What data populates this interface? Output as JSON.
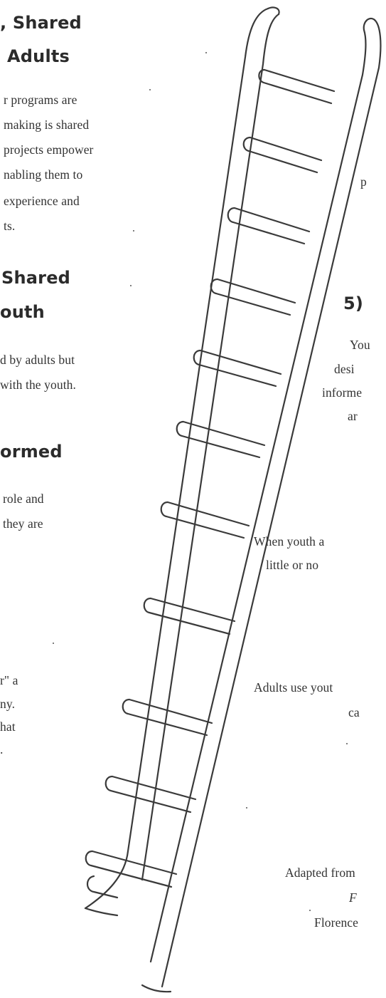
{
  "left": {
    "h1": ", Shared",
    "h2": "Adults",
    "p1": [
      "r programs are",
      "making is shared",
      "projects empower",
      "nabling them to",
      "experience and",
      "ts."
    ],
    "h3": "Shared",
    "h4": "outh",
    "p2": [
      "d by adults but",
      "with the youth."
    ],
    "h5": "ormed",
    "p3": [
      "role and",
      "they are"
    ],
    "p4": [
      "r\" a",
      "ny.",
      "hat",
      "."
    ]
  },
  "right": {
    "p_top": "p",
    "h5": "5)",
    "p5": [
      "You",
      "desi",
      "informe",
      "ar"
    ],
    "p6": [
      "When youth a",
      "little or no"
    ],
    "p7": [
      "Adults use yout",
      "ca"
    ],
    "p8": [
      "Adapted from",
      "F",
      "Florence"
    ]
  }
}
